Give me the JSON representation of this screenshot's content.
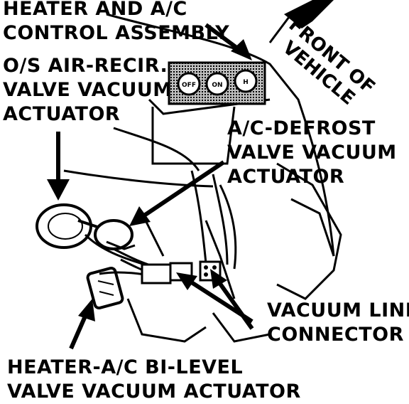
{
  "labels": {
    "heater_control": [
      "HEATER AND A/C",
      "CONTROL ASSEMBLY"
    ],
    "os_air_recirc": [
      "O/S AIR-RECIR.",
      "VALVE VACUUM",
      "ACTUATOR"
    ],
    "ac_defrost": [
      "A/C-DEFROST",
      "VALVE VACUUM",
      "ACTUATOR"
    ],
    "vacuum_line": [
      "VACUUM LINE",
      "CONNECTOR"
    ],
    "bilevel": [
      "HEATER-A/C BI-LEVEL",
      "VALVE VACUUM ACTUATOR"
    ],
    "front_of_vehicle": [
      "FRONT OF",
      "VEHICLE"
    ]
  },
  "control_knobs": [
    "OFF",
    "ON",
    "H"
  ]
}
